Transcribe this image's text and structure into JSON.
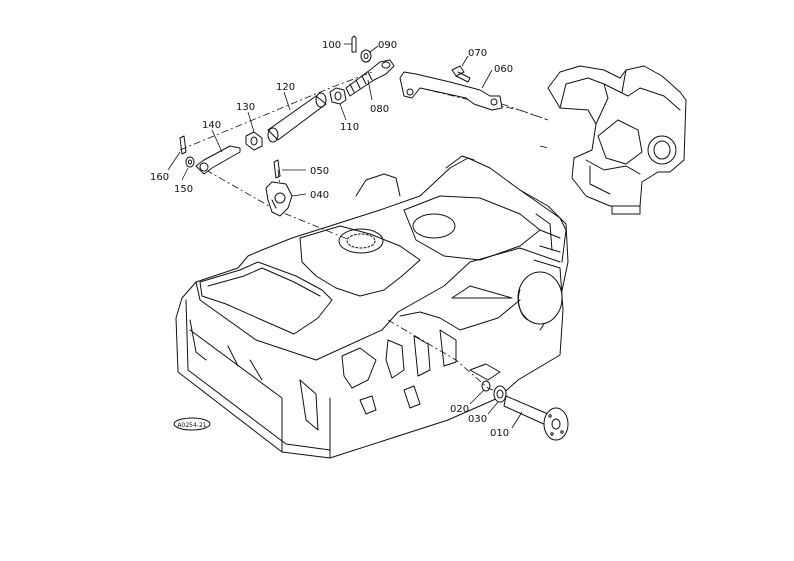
{
  "diagram": {
    "figure_code": "A0254-21",
    "parts": [
      {
        "id": "p010",
        "label": "010"
      },
      {
        "id": "p020",
        "label": "020"
      },
      {
        "id": "p030",
        "label": "030"
      },
      {
        "id": "p040",
        "label": "040"
      },
      {
        "id": "p050",
        "label": "050"
      },
      {
        "id": "p060",
        "label": "060"
      },
      {
        "id": "p070",
        "label": "070"
      },
      {
        "id": "p080",
        "label": "080"
      },
      {
        "id": "p090",
        "label": "090"
      },
      {
        "id": "p100",
        "label": "100"
      },
      {
        "id": "p110",
        "label": "110"
      },
      {
        "id": "p120",
        "label": "120"
      },
      {
        "id": "p130",
        "label": "130"
      },
      {
        "id": "p140",
        "label": "140"
      },
      {
        "id": "p150",
        "label": "150"
      },
      {
        "id": "p160",
        "label": "160"
      }
    ]
  }
}
